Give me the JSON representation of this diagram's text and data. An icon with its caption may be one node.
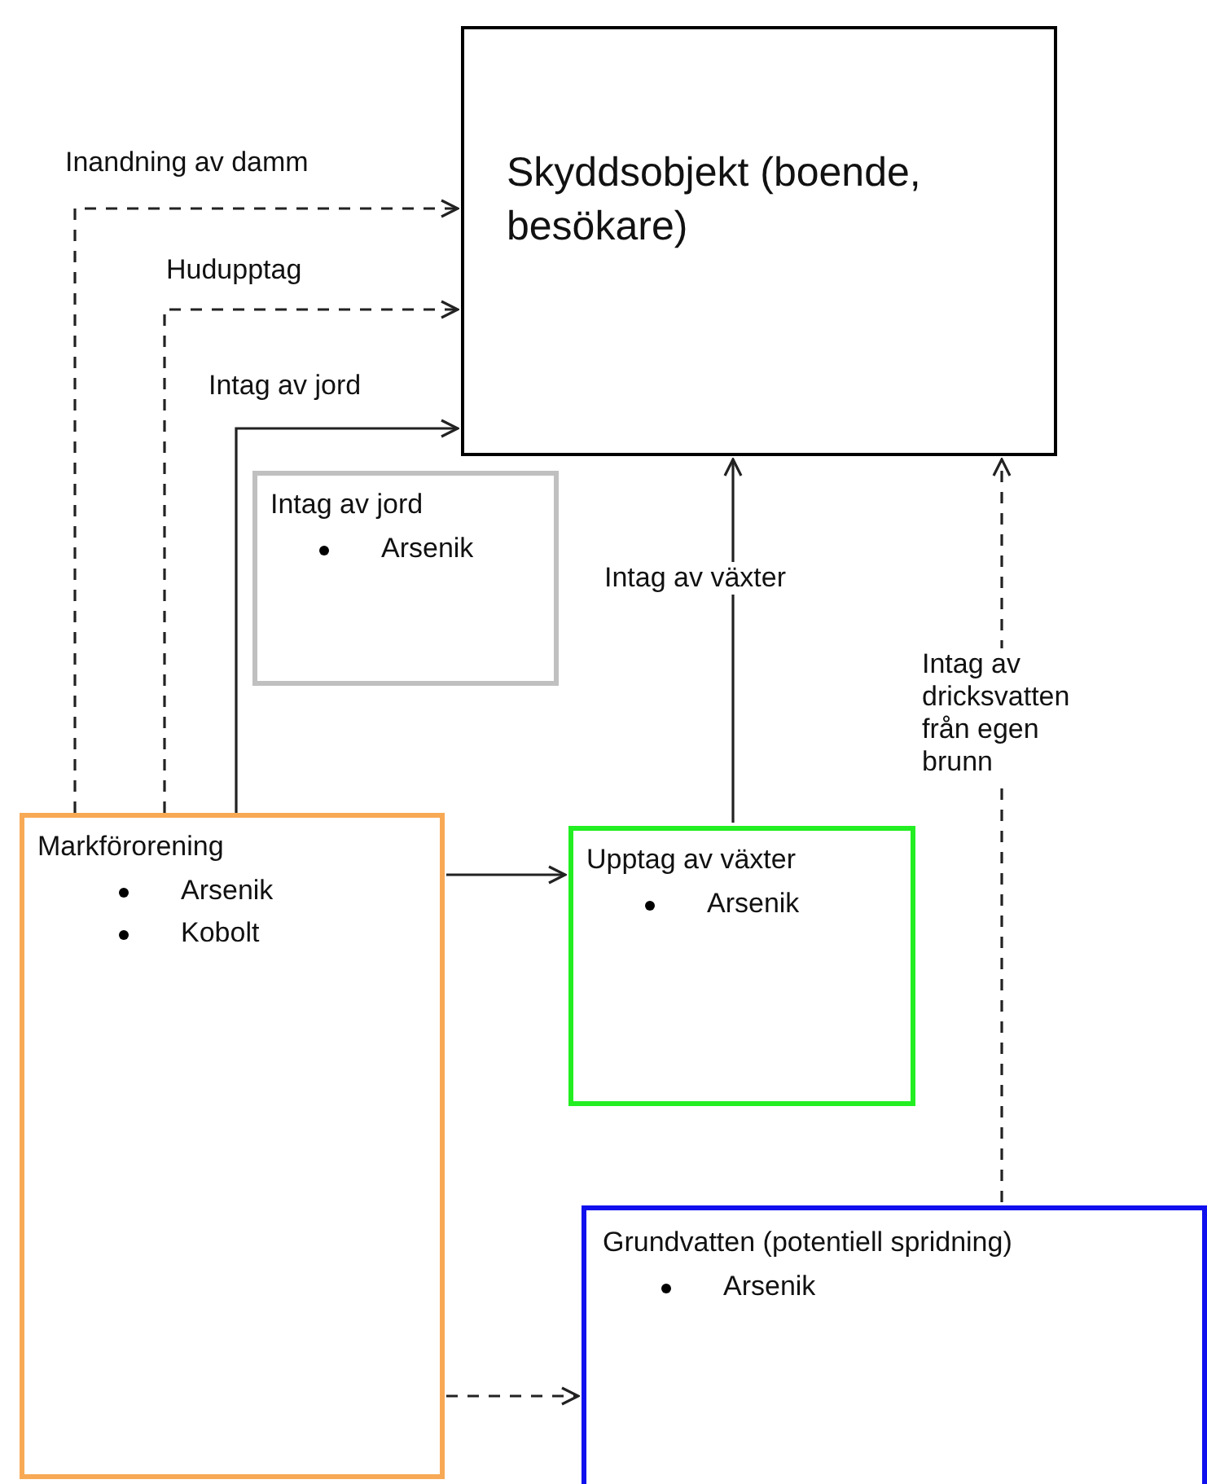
{
  "diagram": {
    "nodes": [
      {
        "text": [
          "Skyddsobjekt (boende, besökare)"
        ]
      },
      {
        "text": [
          "Intag av jord",
          "Arsenik"
        ]
      },
      {
        "text": [
          "Markförorening",
          "Arsenik",
          "Kobolt"
        ]
      },
      {
        "text": [
          "Upptag av växter",
          "Arsenik"
        ]
      },
      {
        "text": [
          "Grundvatten (potentiell spridning)",
          "Arsenik"
        ]
      }
    ],
    "edges": [
      {
        "from": 2,
        "to": 0,
        "arrow": "to",
        "label": "Inandning av damm",
        "style": "dashed"
      },
      {
        "from": 2,
        "to": 0,
        "arrow": "to",
        "label": "Hudupptag",
        "style": "dashed"
      },
      {
        "from": 2,
        "to": 0,
        "arrow": "to",
        "label": "Intag av jord"
      },
      {
        "from": 2,
        "to": 3,
        "arrow": "to"
      },
      {
        "from": 3,
        "to": 0,
        "arrow": "to",
        "label": "Intag av växter"
      },
      {
        "from": 4,
        "to": 0,
        "arrow": "to",
        "label": "Intag av dricksvatten från egen brunn",
        "style": "dashed"
      },
      {
        "from": 2,
        "to": 4,
        "arrow": "to",
        "style": "dashed"
      }
    ]
  }
}
